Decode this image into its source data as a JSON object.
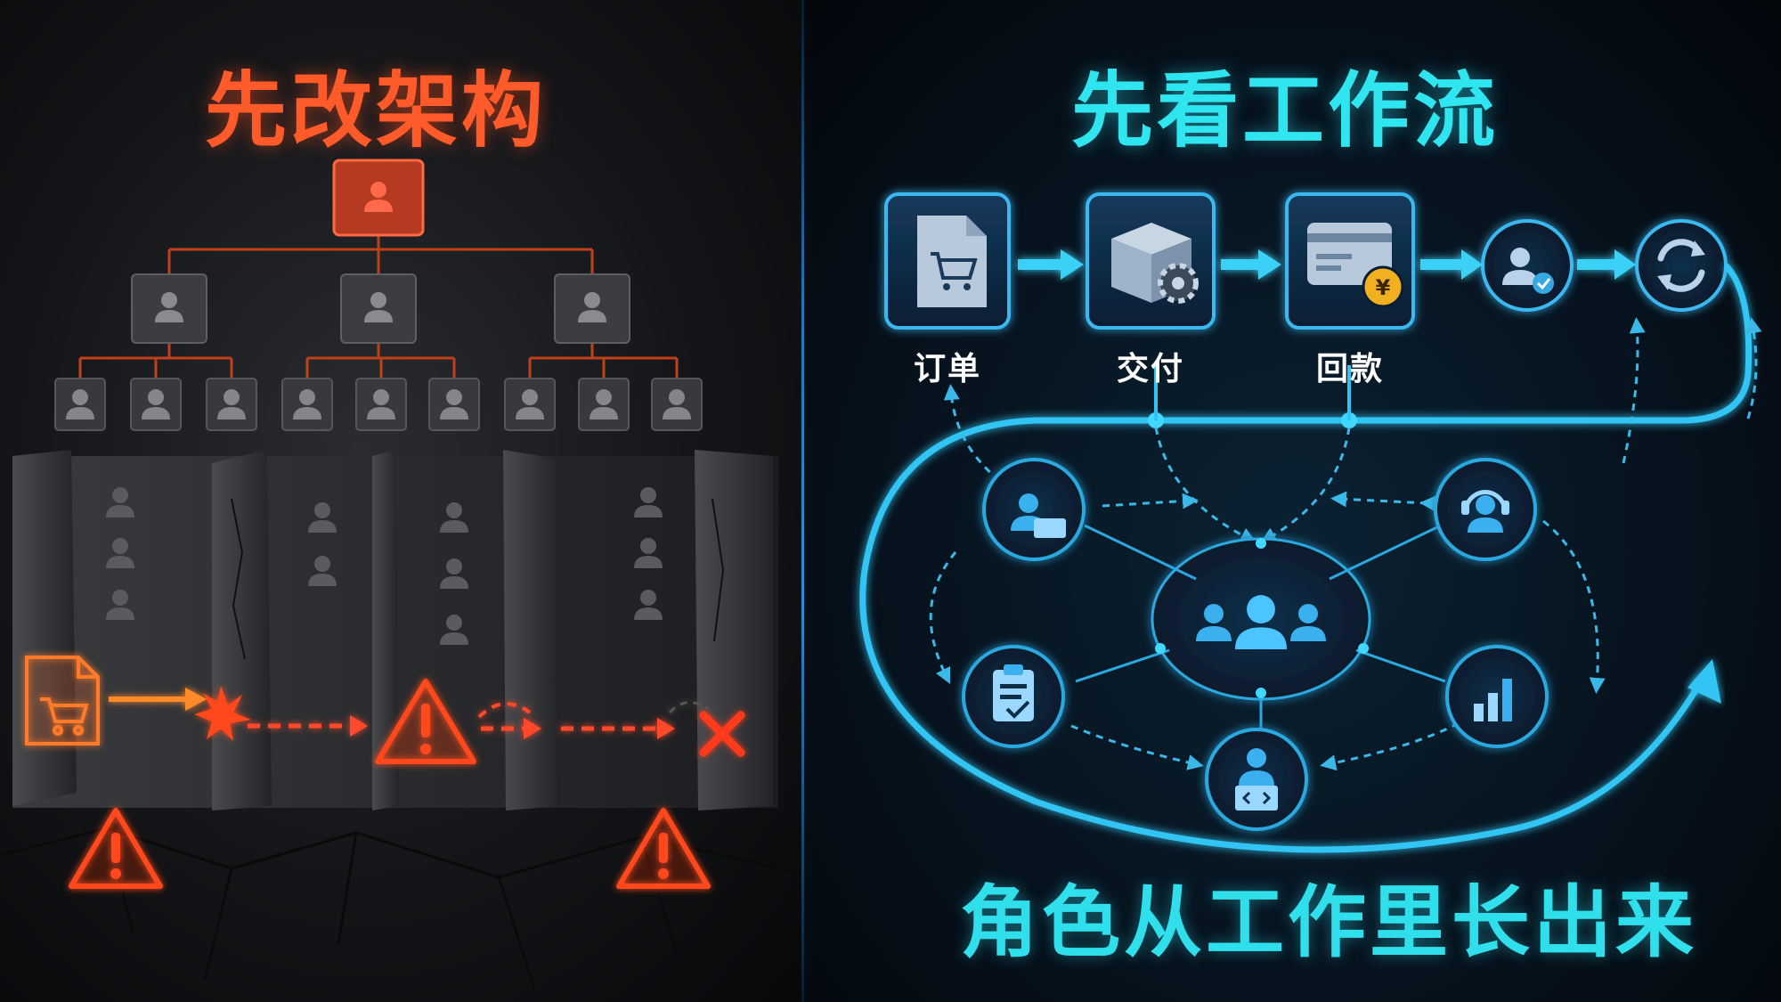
{
  "left": {
    "title": "先改架构",
    "title_color": "#ff5a2a",
    "icons": [
      "user-icon",
      "document-cart-icon",
      "warning-icon",
      "cross-icon"
    ]
  },
  "right": {
    "title": "先看工作流",
    "title_color": "#2fe6f0",
    "flow": [
      {
        "label": "订单",
        "icon": "order-document-cart-icon"
      },
      {
        "label": "交付",
        "icon": "package-gear-icon"
      },
      {
        "label": "回款",
        "icon": "payment-yuan-icon"
      },
      {
        "label": "",
        "icon": "user-check-icon"
      },
      {
        "label": "",
        "icon": "refresh-cycle-icon"
      }
    ],
    "hub_icon": "user-group-icon",
    "role_icons": [
      "laptop-worker-icon",
      "headset-support-icon",
      "clipboard-check-icon",
      "bar-chart-icon",
      "developer-code-icon"
    ],
    "caption": "角色从工作里长出来",
    "accent": "#1ec8f0"
  }
}
